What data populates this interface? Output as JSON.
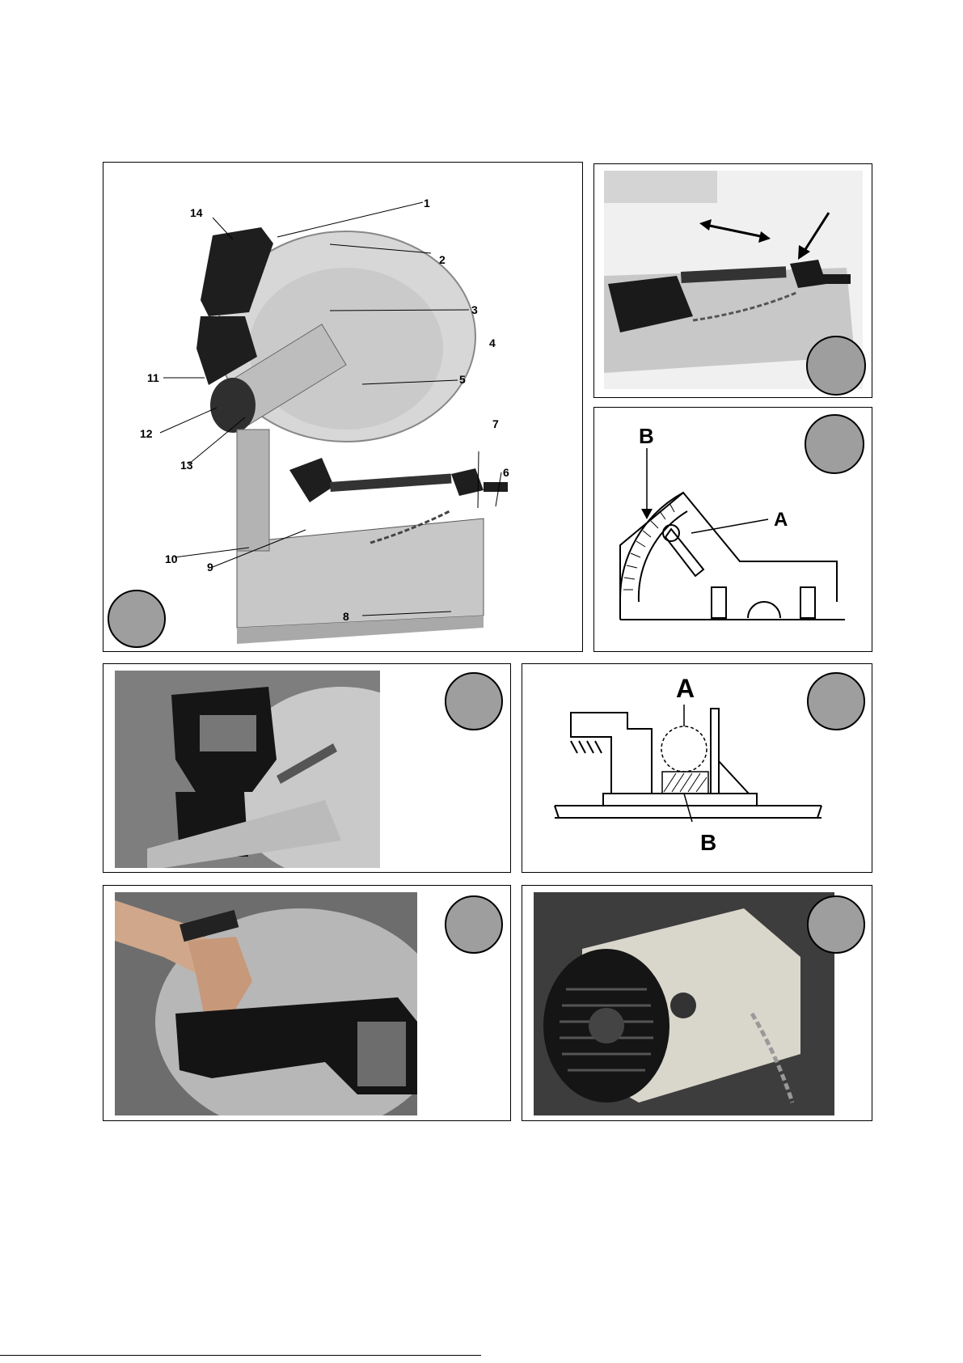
{
  "figure1": {
    "callouts": [
      "1",
      "2",
      "3",
      "4",
      "5",
      "6",
      "7",
      "8",
      "9",
      "10",
      "11",
      "12",
      "13",
      "14"
    ]
  },
  "figure3": {
    "label_a": "A",
    "label_b": "B"
  },
  "figure5": {
    "label_a": "A",
    "label_b": "B"
  },
  "colors": {
    "badge_fill": "#9e9e9e",
    "photo_gray": "#8d8d8d",
    "ink": "#000000"
  }
}
